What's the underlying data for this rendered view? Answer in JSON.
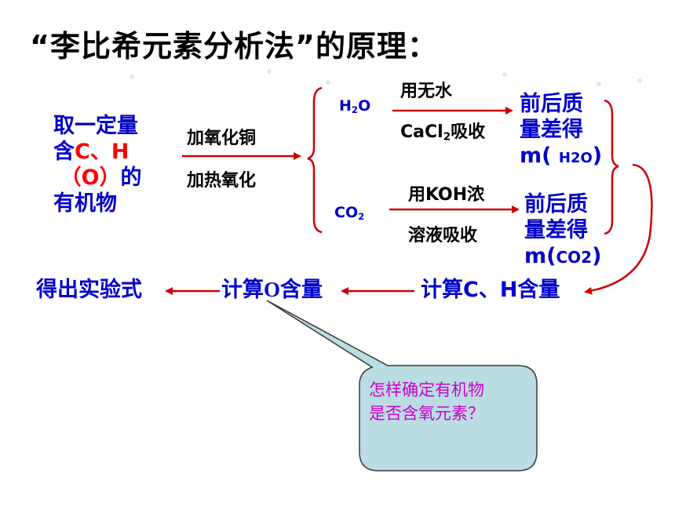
{
  "title": "“李比希元素分析法”的原理：",
  "source": {
    "line1": "取一定量",
    "line2_prefix": "含",
    "line2_red": "C、H",
    "line3_red": "（O）",
    "line3_suffix": "的",
    "line4": "有机物"
  },
  "reaction": {
    "above": "加氧化铜",
    "below": "加热氧化"
  },
  "h2o_branch": {
    "formula_main": "H",
    "formula_sub": "2",
    "formula_end": "O",
    "above_prefix": "用无水",
    "below_main": "CaCl",
    "below_sub": "2",
    "below_suffix": "吸收",
    "result_line1": "前后质",
    "result_line2": "量差得",
    "result_line3_prefix": "m(",
    "result_line3_small": "H2O",
    "result_line3_suffix": ")"
  },
  "co2_branch": {
    "formula_main": "CO",
    "formula_sub": "2",
    "above": "用KOH浓",
    "below": "溶液吸收",
    "result_line1": "前后质",
    "result_line2": "量差得",
    "result_line3_prefix": "m(",
    "result_line3_small": "CO2",
    "result_line3_suffix": ")"
  },
  "bottom": {
    "calc_ch": "计算C、H含量",
    "calc_o_prefix": "计算",
    "calc_o_letter": "O",
    "calc_o_suffix": "含量",
    "result": "得出实验式"
  },
  "callout": {
    "line1": "怎样确定有机物",
    "line2": "是否含氧元素？"
  },
  "colors": {
    "blue": "#0000cc",
    "red": "#ff0000",
    "callout_fill": "#b9dde2",
    "callout_text": "#cc00cc"
  }
}
